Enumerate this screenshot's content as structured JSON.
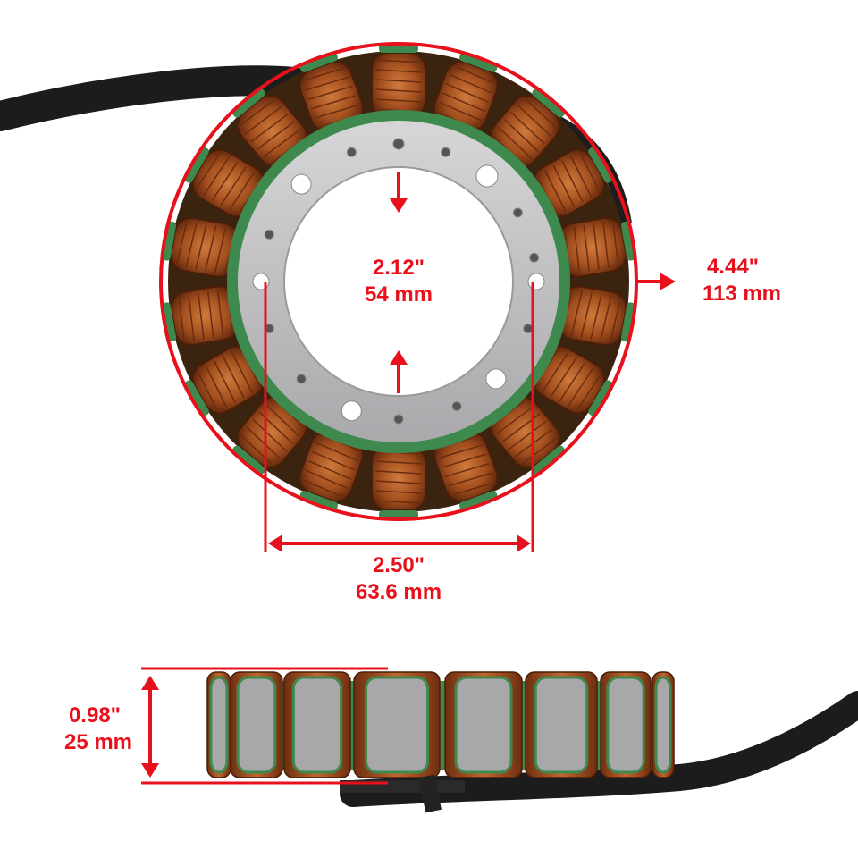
{
  "colors": {
    "accent": "#e8101a",
    "copper": "#b25a26",
    "copper_dark": "#6e2e10",
    "coating": "#3e8a4e",
    "steel": "#c4c4c6",
    "cable": "#1c1c1c",
    "background": "#ffffff"
  },
  "dimensions": {
    "inner_diameter": {
      "inch": "2.12\"",
      "mm": "54 mm"
    },
    "outer_diameter": {
      "inch": "4.44\"",
      "mm": "113 mm"
    },
    "bolt_spacing": {
      "inch": "2.50\"",
      "mm": "63.6 mm"
    },
    "height": {
      "inch": "0.98\"",
      "mm": "25 mm"
    }
  }
}
